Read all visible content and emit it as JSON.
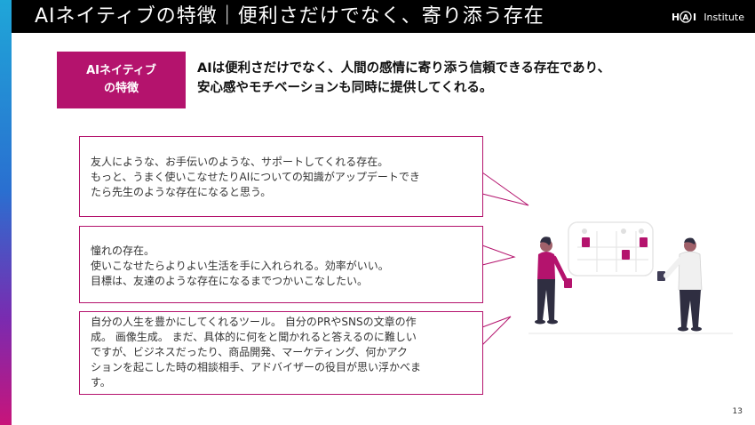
{
  "header": {
    "title": "AIネイティブの特徴｜便利さだけでなく、寄り添う存在",
    "logo_text": "Institute",
    "logo_mark_letters": "HAI"
  },
  "feature": {
    "tag_line1": "AIネイティブ",
    "tag_line2": "の特徴",
    "description_line1": "AIは便利さだけでなく、人間の感情に寄り添う信頼できる存在であり、",
    "description_line2": "安心感やモチベーションも同時に提供してくれる。"
  },
  "bubbles": [
    {
      "lines": [
        "友人にような、お手伝いのような、サポートしてくれる存在。",
        "もっと、うまく使いこなせたりAIについての知識がアップデートでき",
        "たら先生のような存在になると思う。"
      ]
    },
    {
      "lines": [
        "憧れの存在。",
        "使いこなせたらよりよい生活を手に入れられる。効率がいい。",
        "目標は、友達のような存在になるまでつかいこなしたい。"
      ]
    },
    {
      "lines": [
        "自分の人生を豊かにしてくれるツール。 自分のPRやSNSの文章の作",
        "成。 画像生成。 まだ、具体的に何をと聞かれると答えるのに難しい",
        "ですが、ビジネスだったり、商品開発、マーケティング、何かアク",
        "ションを起こした時の相談相手、アドバイザーの役目が思い浮かべま",
        "す。"
      ]
    }
  ],
  "colors": {
    "accent": "#b4136d",
    "header_bg": "#000000",
    "person_shirt_left": "#b4136d",
    "person_shirt_right": "#f0f0f0"
  },
  "page_number": "13"
}
